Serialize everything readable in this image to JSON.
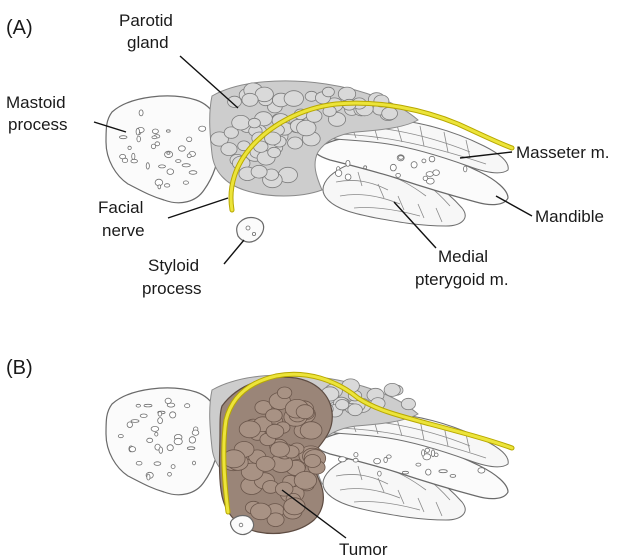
{
  "panels": {
    "a": {
      "tag": "(A)",
      "labels": {
        "parotid_line1": "Parotid",
        "parotid_line2": "gland",
        "mastoid_line1": "Mastoid",
        "mastoid_line2": "process",
        "masseter": "Masseter m.",
        "facial_line1": "Facial",
        "facial_line2": "nerve",
        "mandible": "Mandible",
        "styloid_line1": "Styloid",
        "styloid_line2": "process",
        "medial_line1": "Medial",
        "medial_line2": "pterygoid m."
      }
    },
    "b": {
      "tag": "(B)",
      "labels": {
        "tumor": "Tumor"
      }
    }
  },
  "colors": {
    "nerve": "#ece43a",
    "gland": "#cdcdcd",
    "tumor": "#9a8578",
    "bone": "#fbfbfb"
  }
}
